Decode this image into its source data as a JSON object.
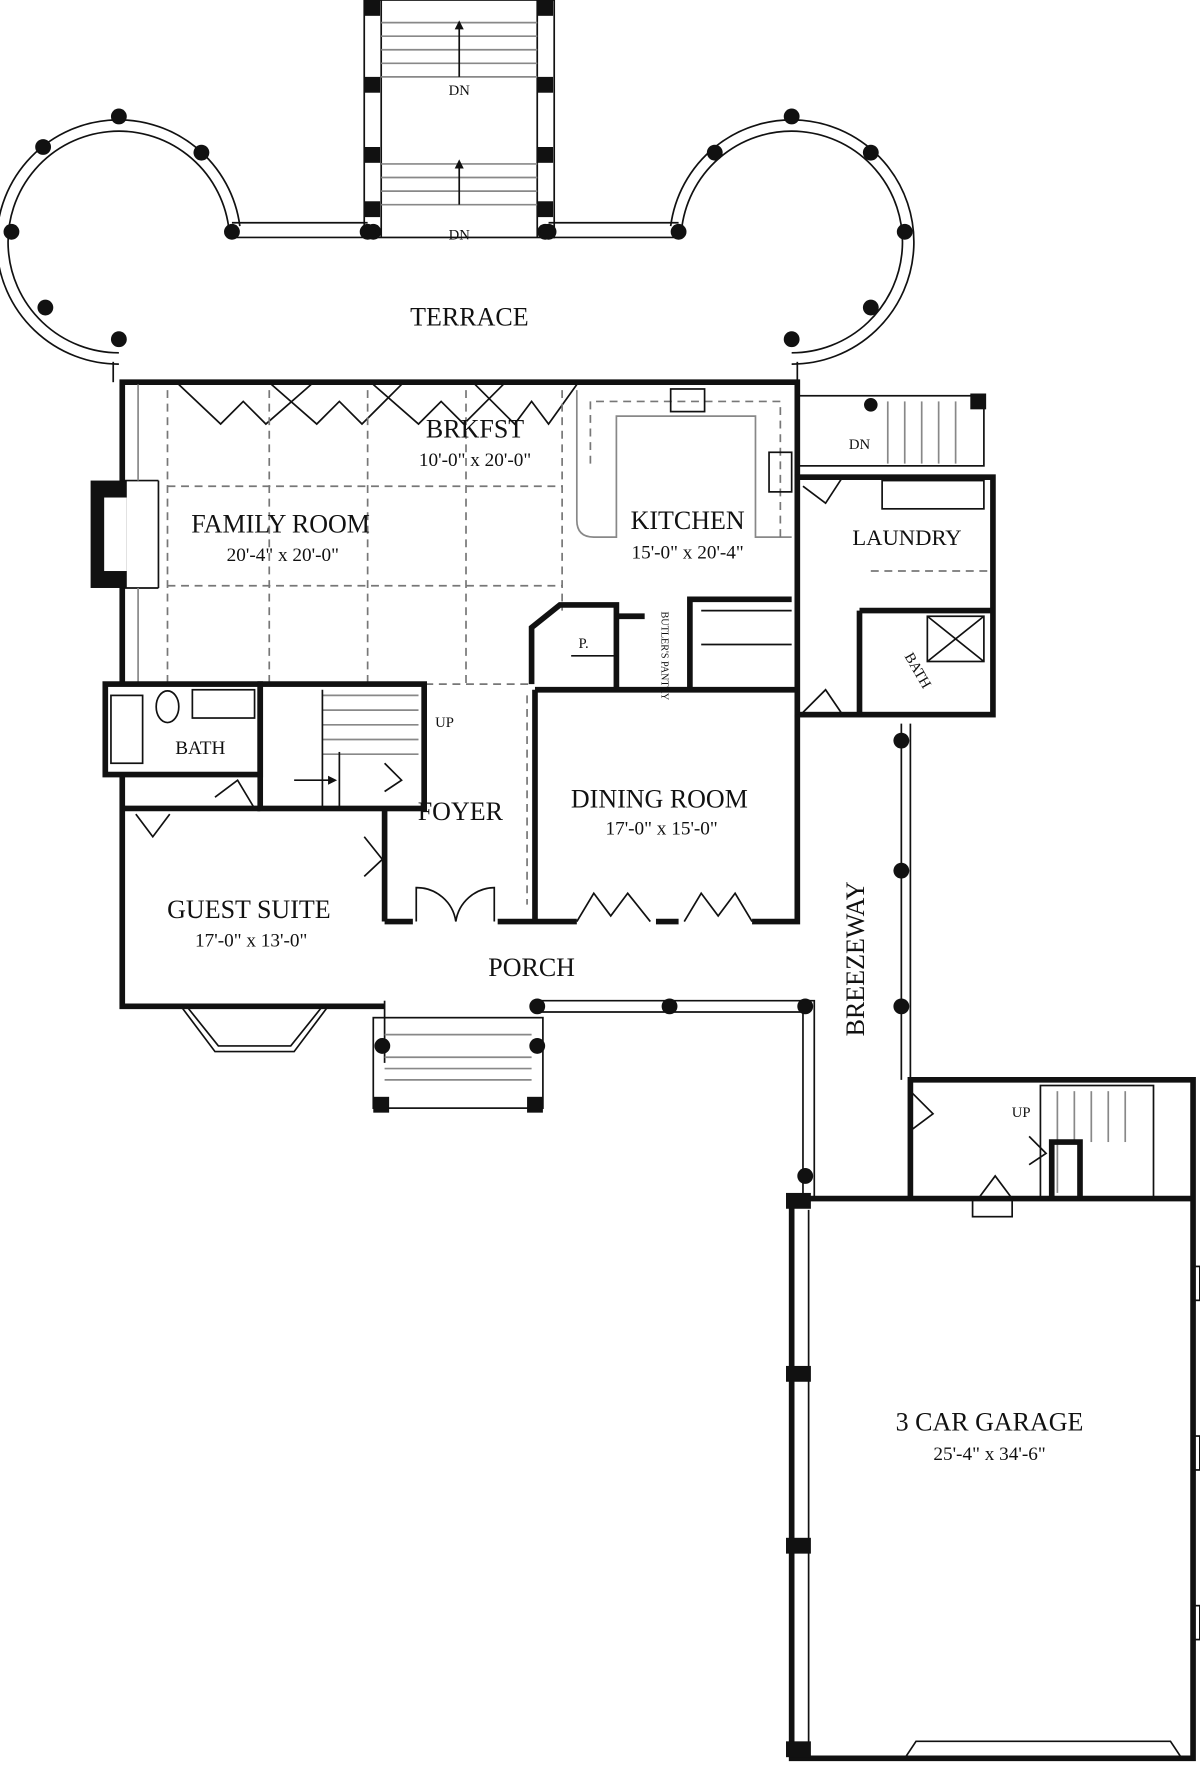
{
  "plan": {
    "terrace": "TERRACE",
    "dn_top_1": "DN",
    "dn_top_2": "DN",
    "dn_laundry": "DN",
    "brkfst": {
      "name": "BRKFST",
      "size": "10'-0\" x 20'-0\""
    },
    "family_room": {
      "name": "FAMILY ROOM",
      "size": "20'-4\" x 20'-0\""
    },
    "kitchen": {
      "name": "KITCHEN",
      "size": "15'-0\" x 20'-4\""
    },
    "laundry": "LAUNDRY",
    "laundry_bath": "BATH",
    "pantry": "P.",
    "butlers_pantry": "BUTLER'S PANTRY",
    "bath": "BATH",
    "up_foyer": "UP",
    "foyer": "FOYER",
    "dining_room": {
      "name": "DINING ROOM",
      "size": "17'-0\" x 15'-0\""
    },
    "guest_suite": {
      "name": "GUEST SUITE",
      "size": "17'-0\" x 13'-0\""
    },
    "porch": "PORCH",
    "breezeway": "BREEZEWAY",
    "up_garage": "UP",
    "garage": {
      "name": "3 CAR GARAGE",
      "size": "25'-4\" x 34'-6\""
    }
  }
}
